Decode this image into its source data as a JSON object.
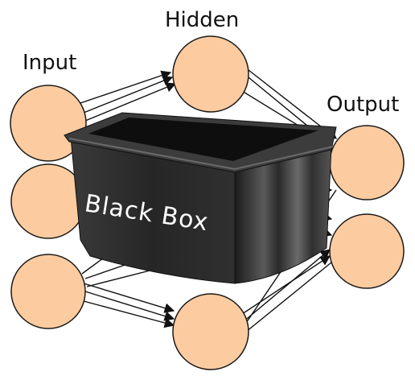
{
  "labels": {
    "input": "Input",
    "hidden": "Hidden",
    "output": "Output",
    "box": "Black Box"
  },
  "colors": {
    "node_fill": "#fccca0",
    "node_stroke": "#1a1a1a",
    "box_body": "#2c2c2c",
    "box_interior": "#0e0e0e",
    "arrow": "#111111"
  }
}
